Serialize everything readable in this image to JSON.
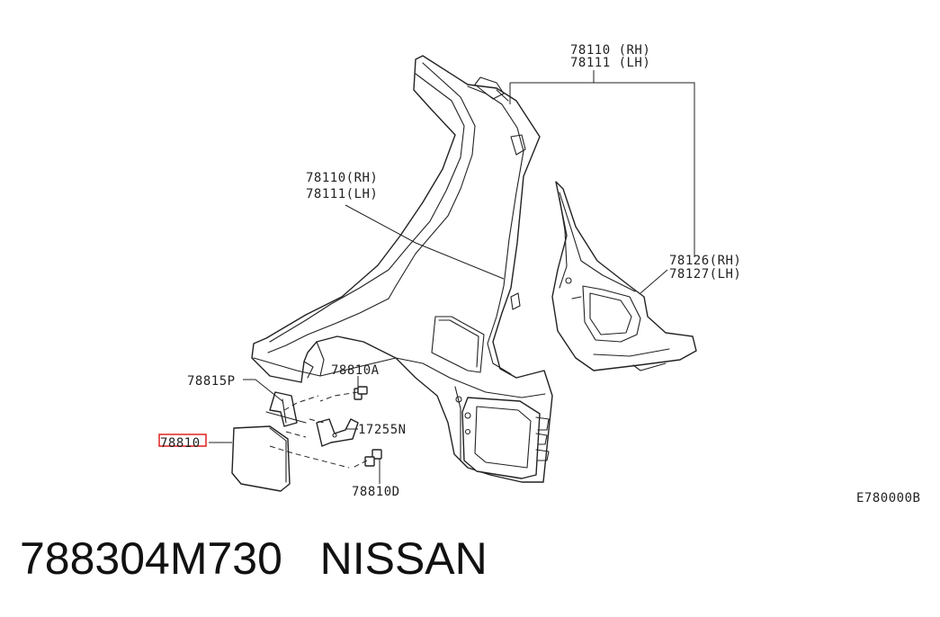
{
  "diagram": {
    "labels": {
      "top_rh": "78110 (RH)",
      "top_lh": "78111 (LH)",
      "mid_rh": "78110(RH)",
      "mid_lh": "78111(LH)",
      "inner_rh": "78126(RH)",
      "inner_lh": "78127(LH)",
      "bracket": "78815P",
      "screw_a": "78810A",
      "clip": "17255N",
      "lid": "78810",
      "screw_d": "78810D",
      "code": "E780000B"
    },
    "highlight_color": "#e02020"
  },
  "caption": {
    "part_number": "788304M730",
    "brand": "NISSAN"
  }
}
